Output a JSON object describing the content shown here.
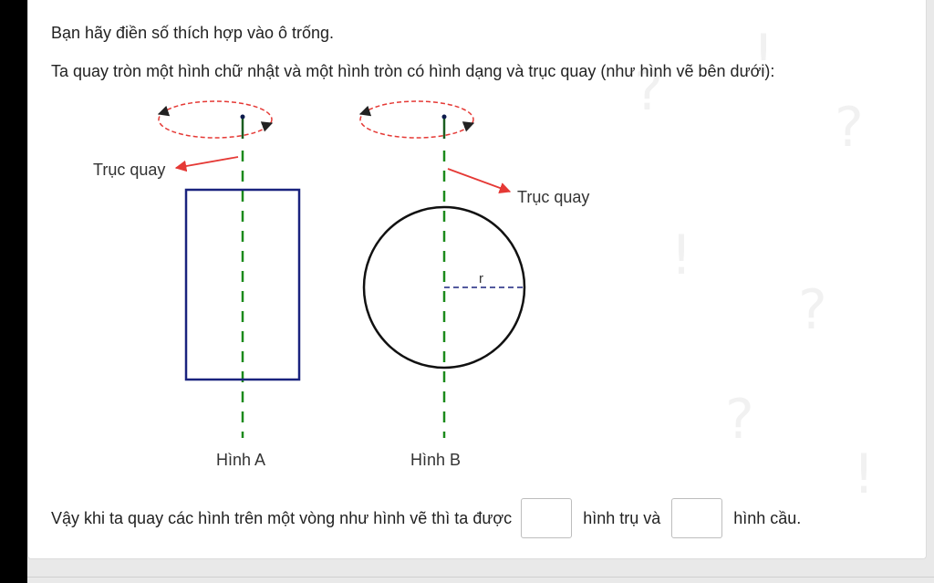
{
  "instruction": "Bạn hãy điền số thích hợp vào ô trống.",
  "question": "Ta quay tròn một hình chữ nhật và một hình tròn có hình dạng và trục quay (như hình vẽ bên dưới):",
  "figure": {
    "axis_label_a": "Trục quay",
    "axis_label_b": "Trục quay",
    "radius_label": "r",
    "caption_a": "Hình A",
    "caption_b": "Hình B"
  },
  "answer": {
    "prefix": "Vậy khi ta quay các hình trên một vòng như hình vẽ thì ta được",
    "middle": "hình trụ và",
    "suffix": "hình cầu.",
    "blank1_value": "",
    "blank2_value": ""
  },
  "colors": {
    "rotation_ellipse": "#e53935",
    "axis_line": "#1b8a1b",
    "rectangle": "#1a237e",
    "circle": "#111111",
    "radius_line": "#1a237e",
    "pointer_arrow": "#e53935"
  }
}
